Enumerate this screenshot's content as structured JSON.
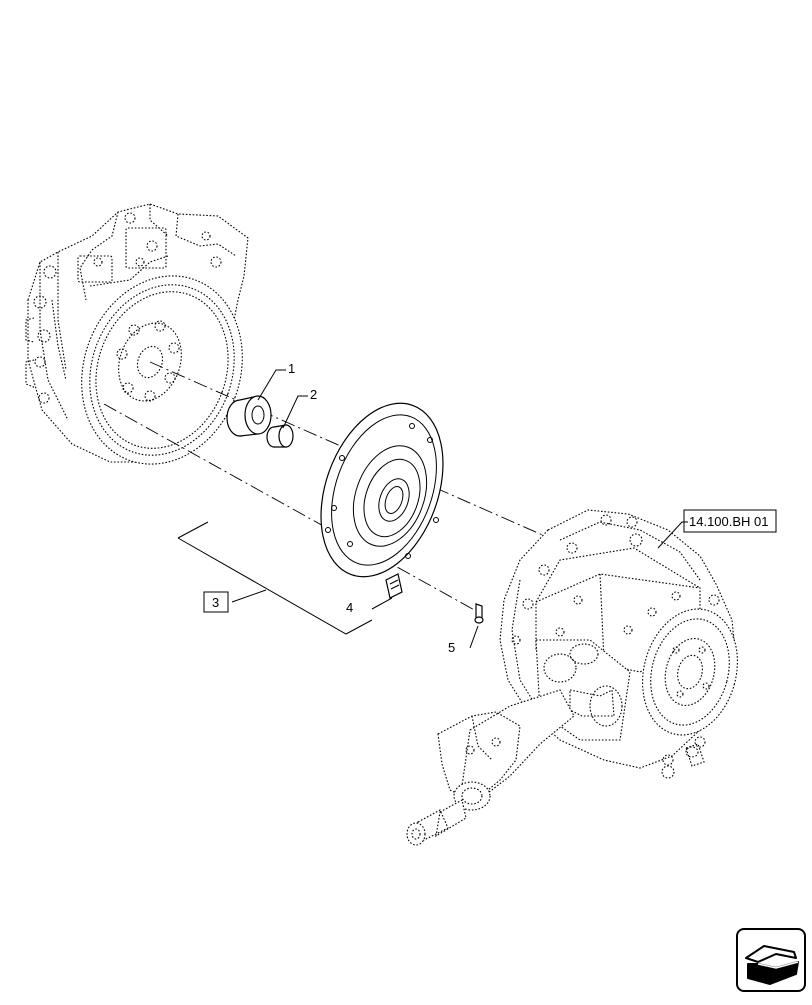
{
  "diagram": {
    "callouts": [
      {
        "id": "callout-1",
        "label": "1"
      },
      {
        "id": "callout-2",
        "label": "2"
      },
      {
        "id": "callout-3",
        "label": "3"
      },
      {
        "id": "callout-4",
        "label": "4"
      },
      {
        "id": "callout-5",
        "label": "5"
      }
    ],
    "reference_label": "14.100.BH 01"
  },
  "navigation": {
    "icon": "next-page-arrow-icon"
  }
}
